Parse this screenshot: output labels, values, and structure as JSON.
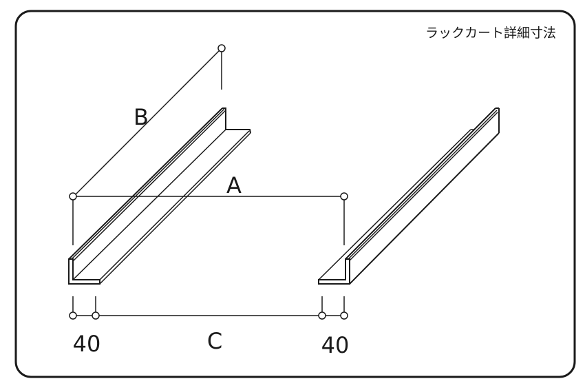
{
  "title": "ラックカート詳細寸法",
  "labels": {
    "a": "A",
    "b": "B",
    "c": "C",
    "left_width": "40",
    "right_width": "40"
  },
  "colors": {
    "line": "#1a1a1a",
    "background": "#ffffff"
  }
}
